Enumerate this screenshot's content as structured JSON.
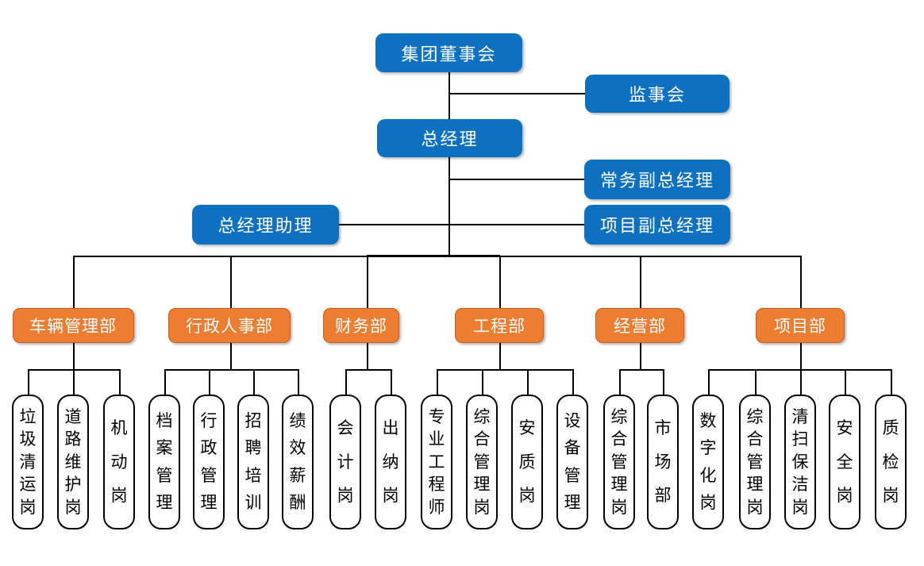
{
  "colors": {
    "background": "#ffffff",
    "node_blue": "#0d70c0",
    "node_orange": "#ED7D31",
    "orange_border": "#c55f1f",
    "text_white": "#ffffff",
    "position_border": "#000000",
    "position_text": "#000000",
    "connector": "#000000"
  },
  "executive": {
    "board": "集团董事会",
    "supervisory_board": "监事会",
    "general_manager": "总经理",
    "executive_deputy_gm": "常务副总经理",
    "gm_assistant": "总经理助理",
    "project_deputy_gm": "项目副总经理"
  },
  "departments": [
    {
      "label": "车辆管理部",
      "children": [
        "垃圾清运岗",
        "道路维护岗",
        "机动岗"
      ]
    },
    {
      "label": "行政人事部",
      "children": [
        "档案管理",
        "行政管理",
        "招聘培训",
        "绩效薪酬"
      ]
    },
    {
      "label": "财务部",
      "children": [
        "会计岗",
        "出纳岗"
      ]
    },
    {
      "label": "工程部",
      "children": [
        "专业工程师",
        "综合管理岗",
        "安质岗",
        "设备管理"
      ]
    },
    {
      "label": "经营部",
      "children": [
        "综合管理岗",
        "市场部"
      ]
    },
    {
      "label": "项目部",
      "children": [
        "数字化岗",
        "综合管理岗",
        "清扫保洁岗",
        "安全岗",
        "质检岗"
      ]
    }
  ]
}
